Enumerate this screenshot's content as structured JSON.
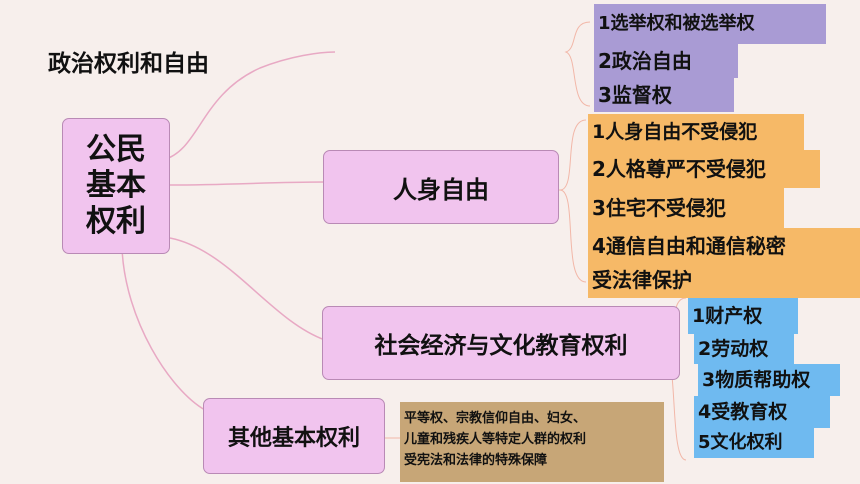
{
  "title": "政治权利和自由",
  "root": {
    "lines": [
      "公民",
      "基本",
      "权利"
    ]
  },
  "political_items": [
    "1选举权和被选举权",
    "2政治自由",
    "3监督权"
  ],
  "personal": {
    "label": "人身自由",
    "items": [
      "1人身自由不受侵犯",
      "2人格尊严不受侵犯",
      "3住宅不受侵犯",
      "4通信自由和通信秘密",
      "受法律保护"
    ]
  },
  "social": {
    "label": "社会经济与文化教育权利",
    "items": [
      "1财产权",
      "2劳动权",
      "3物质帮助权",
      "4受教育权",
      "5文化权利"
    ]
  },
  "other": {
    "label": "其他基本权利",
    "note_lines": [
      "平等权、宗教信仰自由、妇女、",
      "儿童和残疾人等特定人群的权利",
      "受宪法和法律的特殊保障"
    ]
  },
  "colors": {
    "background": "#f7efec",
    "node_fill": "#f1c4ee",
    "political": "#a99bd4",
    "personal": "#f6b967",
    "social": "#6fbaf0",
    "other_note": "#c7a677",
    "connector": "#e8a9c4"
  }
}
